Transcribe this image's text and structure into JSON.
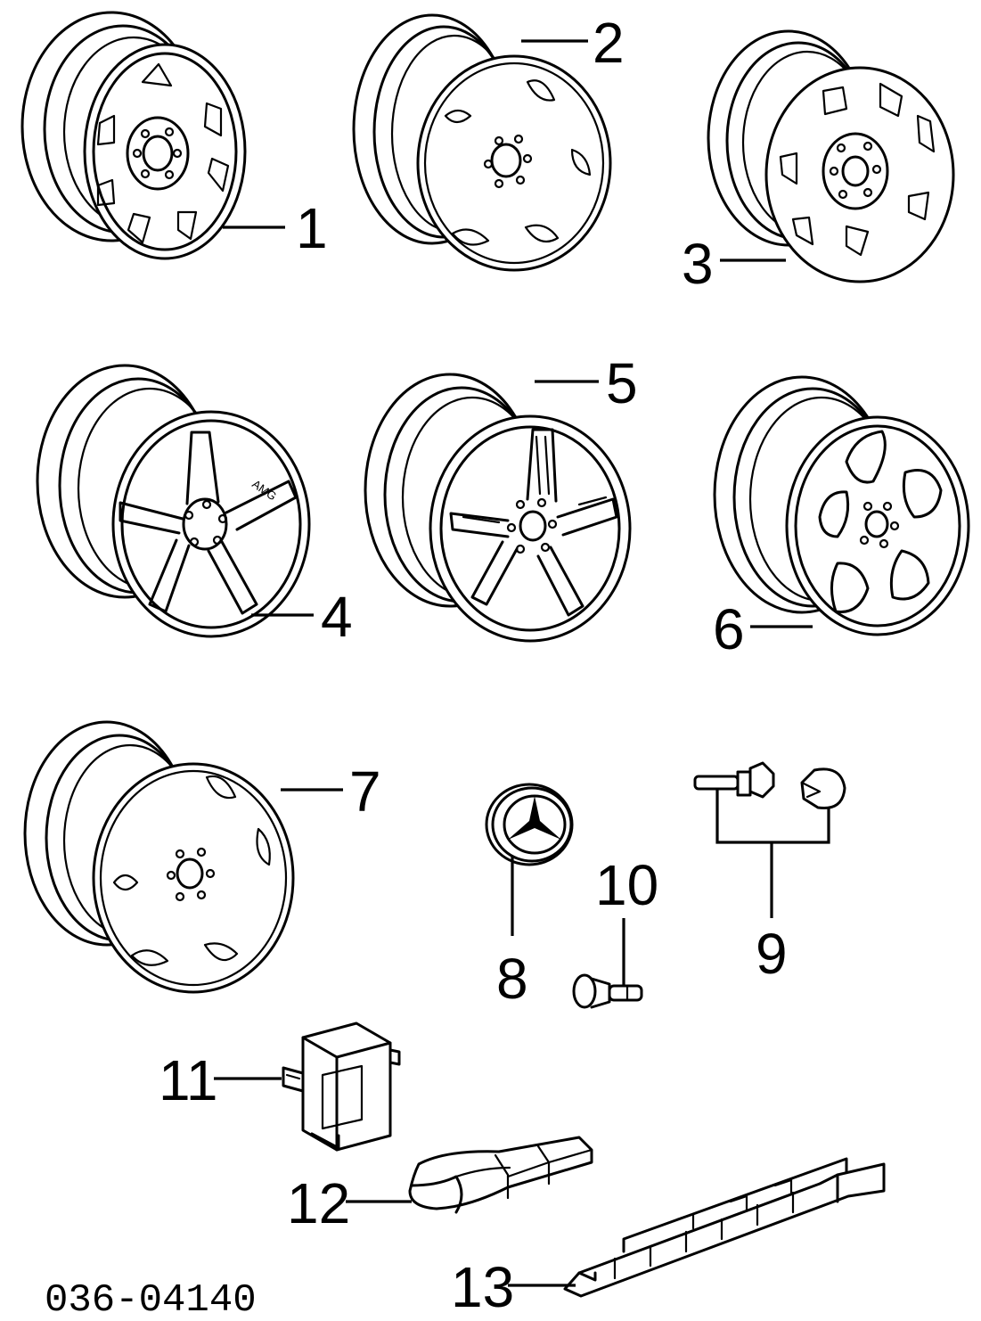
{
  "callouts": {
    "c1": "1",
    "c2": "2",
    "c3": "3",
    "c4": "4",
    "c5": "5",
    "c6": "6",
    "c7": "7",
    "c8": "8",
    "c9": "9",
    "c10": "10",
    "c11": "11",
    "c12": "12",
    "c13": "13"
  },
  "reference_number": "036-04140",
  "wheel4_embossed_text": "AMG"
}
